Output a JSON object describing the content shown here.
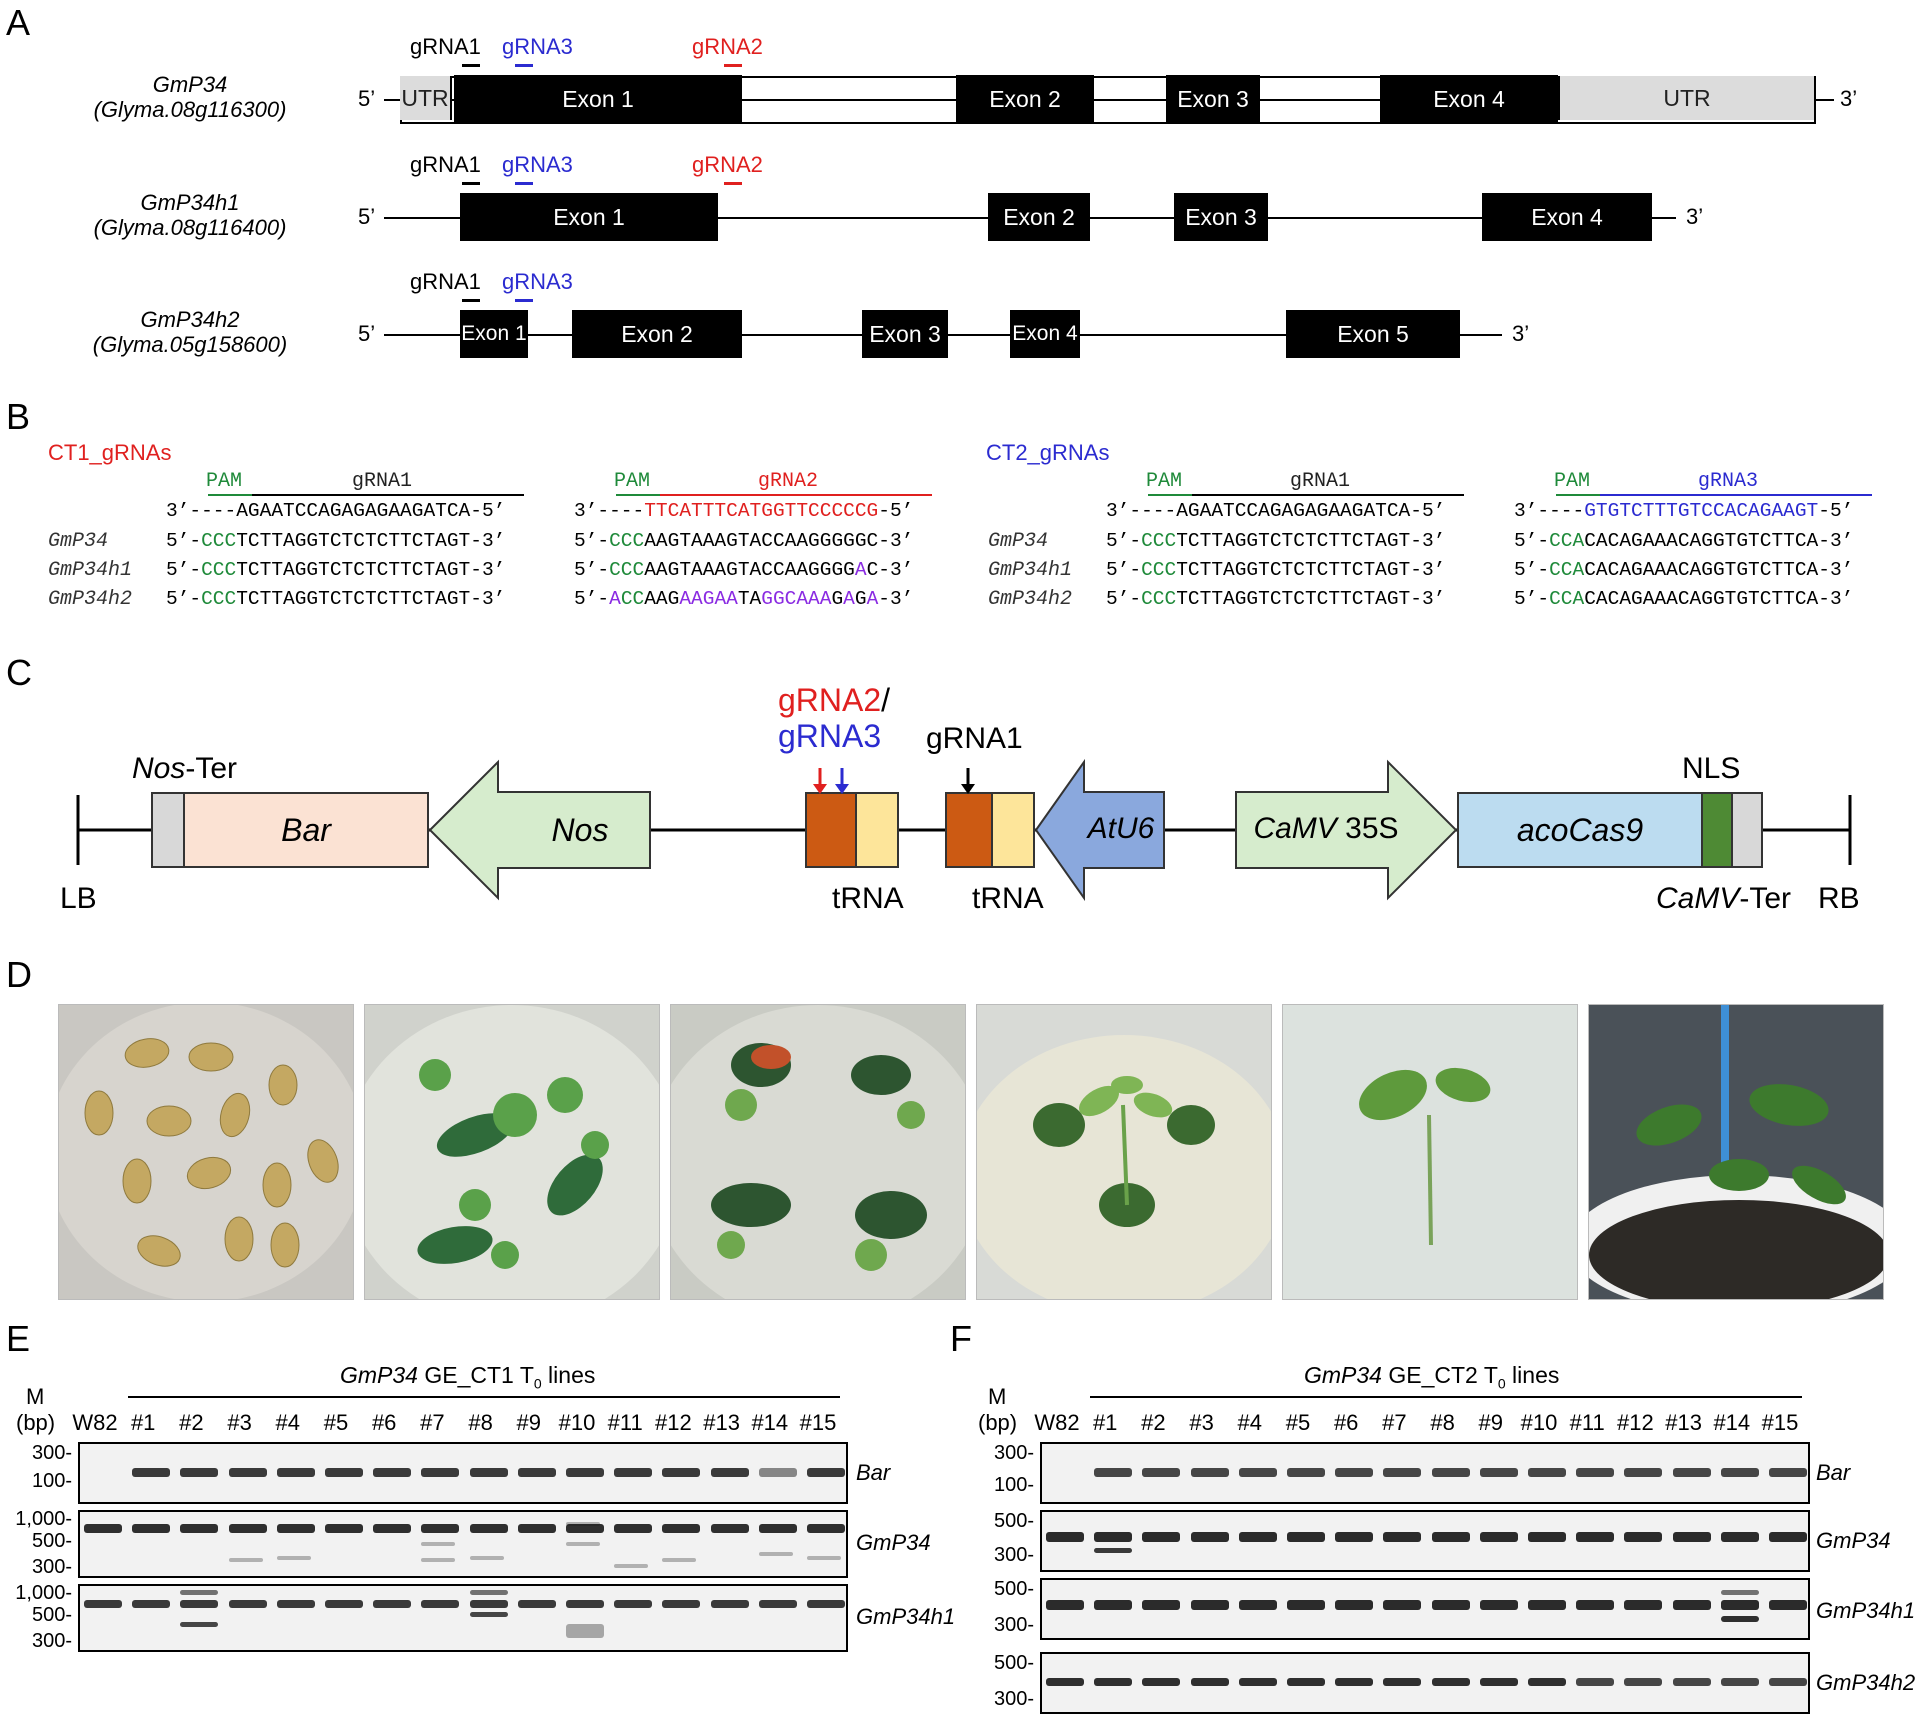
{
  "panels": {
    "A": "A",
    "B": "B",
    "C": "C",
    "D": "D",
    "E": "E",
    "F": "F"
  },
  "panel_a": {
    "genes": [
      {
        "name": "GmP34",
        "id": "(Glyma.08g116300)"
      },
      {
        "name": "GmP34h1",
        "id": "(Glyma.08g116400)"
      },
      {
        "name": "GmP34h2",
        "id": "(Glyma.05g158600)"
      }
    ],
    "five": "5’",
    "three": "3’",
    "utr": "UTR",
    "exon1": "Exon 1",
    "exon2": "Exon 2",
    "exon3": "Exon 3",
    "exon4": "Exon 4",
    "exon5": "Exon 5",
    "grna1": "gRNA1",
    "grna2": "gRNA2",
    "grna3": "gRNA3"
  },
  "panel_b": {
    "ct1": "CT1_gRNAs",
    "ct2": "CT2_gRNAs",
    "pam": "PAM",
    "grna1": "gRNA1",
    "grna2": "gRNA2",
    "grna3": "gRNA3",
    "g1_ref_a": "3’----",
    "g1_ref_b": "AGAATCCAGAGAGAAGATCA",
    "g1_ref_c": "-5’",
    "g2_ref_a": "3’----",
    "g2_ref_b": "TTCATTTCATGGTTCCCCCG",
    "g2_ref_c": "-5’",
    "g3_ref_a": "3’----",
    "g3_ref_b": "GTGTCTTTGTCCACAGAAGT",
    "g3_ref_c": "-5’",
    "names": [
      "GmP34",
      "GmP34h1",
      "GmP34h2"
    ],
    "p5": "5’-",
    "p3": "-3’",
    "ccc": "CCC",
    "cca": "CCA",
    "g1_seq": "TCTTAGGTCTCTCTTCTAGT",
    "g2_seq1": "AAGTAAAGTACCAAGGGGGC",
    "g2_seq2a": "AAGTAAAGTACCAAGGGG",
    "g2_seq2b": "A",
    "g2_seq2c": "C",
    "g2_h2_a": "A",
    "g2_h2_b": "CC",
    "g2_h2_c": "AAG",
    "g2_h2_d": "AAG",
    "g2_h2_e": "AA",
    "g2_h2_f": "T",
    "g2_h2_g": "A",
    "g2_h2_h": "GGC",
    "g2_h2_i": "AAA",
    "g2_h2_j": "G",
    "g2_h2_k": "A",
    "g2_h2_l": "G",
    "g2_h2_m": "A",
    "g3_seq": "CACAGAAACAGGTGTCTTCA"
  },
  "panel_c": {
    "nos_ter_a": "Nos",
    "nos_ter_b": "-Ter",
    "bar": "Bar",
    "nos": "Nos",
    "atu6": "AtU6",
    "camv_a": "CaMV",
    "camv_b": " 35S",
    "acocas9": "acoCas9",
    "nls": "NLS",
    "camv_ter_a": "CaMV",
    "camv_ter_b": "-Ter",
    "lb": "LB",
    "rb": "RB",
    "trna": "tRNA",
    "grna2": "gRNA2",
    "slash": "/",
    "grna3": "gRNA3",
    "grna1": "gRNA1"
  },
  "panel_e": {
    "title_a": "GmP34",
    "title_b": " GE_CT1 T",
    "title_sub": "0",
    "title_c": " lines",
    "m": "M",
    "bp": "(bp)",
    "lanes": [
      "W82",
      "#1",
      "#2",
      "#3",
      "#4",
      "#5",
      "#6",
      "#7",
      "#8",
      "#9",
      "#10",
      "#11",
      "#12",
      "#13",
      "#14",
      "#15"
    ],
    "gels": [
      {
        "name": "Bar",
        "ticks": [
          "300-",
          "100-"
        ]
      },
      {
        "name": "GmP34",
        "ticks": [
          "1,000-",
          "500-",
          "300-"
        ]
      },
      {
        "name": "GmP34h1",
        "ticks": [
          "1,000-",
          "500-",
          "300-"
        ]
      }
    ]
  },
  "panel_f": {
    "title_a": "GmP34",
    "title_b": " GE_CT2 T",
    "title_sub": "0",
    "title_c": " lines",
    "m": "M",
    "bp": "(bp)",
    "lanes": [
      "W82",
      "#1",
      "#2",
      "#3",
      "#4",
      "#5",
      "#6",
      "#7",
      "#8",
      "#9",
      "#10",
      "#11",
      "#12",
      "#13",
      "#14",
      "#15"
    ],
    "gels": [
      {
        "name": "Bar",
        "ticks": [
          "300-",
          "100-"
        ]
      },
      {
        "name": "GmP34",
        "ticks": [
          "500-",
          "300-"
        ]
      },
      {
        "name": "GmP34h1",
        "ticks": [
          "500-",
          "300-"
        ]
      },
      {
        "name": "GmP34h2",
        "ticks": [
          "500-",
          "300-"
        ]
      }
    ]
  }
}
